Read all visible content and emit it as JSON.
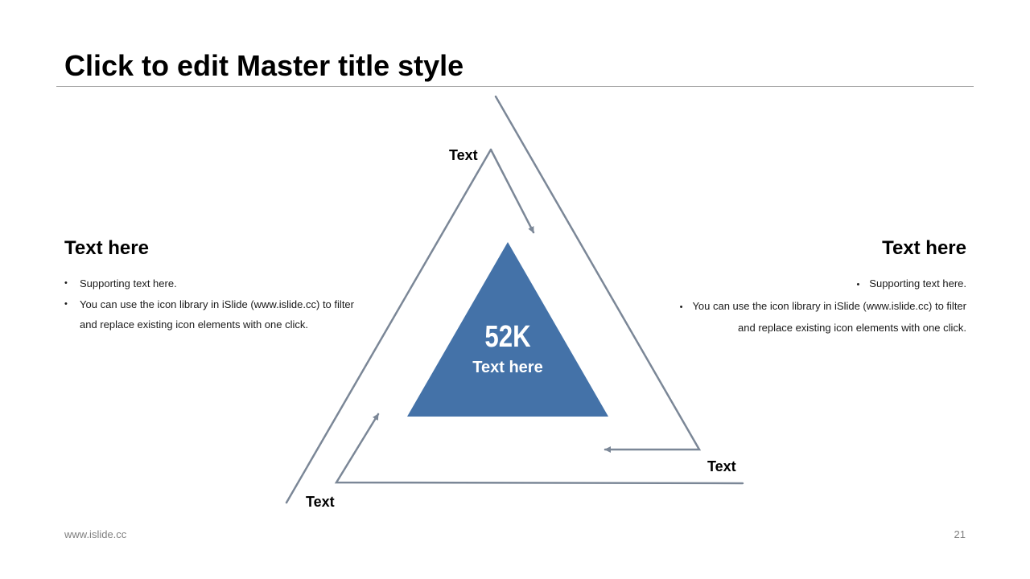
{
  "slide": {
    "title": "Click to edit Master title style",
    "page_number": "21",
    "footer_url": "www.islide.cc"
  },
  "colors": {
    "accent": "#4472a8",
    "line": "#7b8797",
    "rule": "#a6a6a6"
  },
  "diagram": {
    "center_value": "52K",
    "center_label": "Text here",
    "labels": {
      "top": "Text",
      "bottom_right": "Text",
      "bottom_left": "Text"
    }
  },
  "left": {
    "heading": "Text here",
    "bullets": [
      "Supporting text here.",
      "You can use the icon library in iSlide  (www.islide.cc) to filter and replace existing icon elements with one click."
    ]
  },
  "right": {
    "heading": "Text here",
    "bullets": [
      "Supporting text here.",
      "You can use the icon library in iSlide  (www.islide.cc) to filter and replace existing icon elements with one click."
    ]
  }
}
